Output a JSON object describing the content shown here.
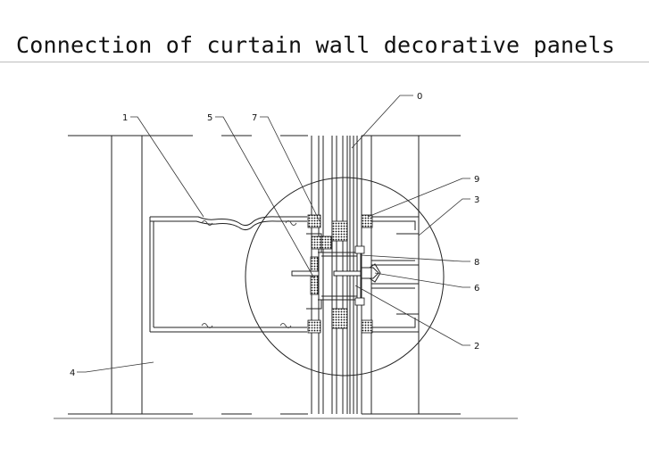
{
  "title": "Connection of curtain wall decorative panels",
  "callouts": [
    "0",
    "1",
    "2",
    "3",
    "4",
    "5",
    "6",
    "7",
    "8",
    "9"
  ],
  "colors": {
    "line": "#222222",
    "text": "#111111",
    "rule": "#bdbdbd",
    "background": "#ffffff"
  }
}
